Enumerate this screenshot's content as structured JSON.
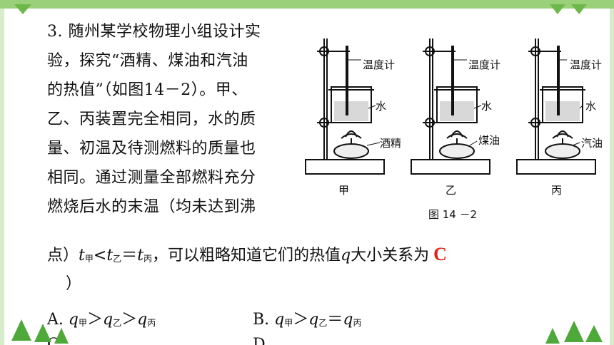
{
  "question": {
    "number": "3.",
    "para_lines": [
      "3. 随州某学校物理小组设计实",
      "验，探究“酒精、煤油和汽油",
      "的热值”（如图14－2）。甲、",
      "乙、丙装置完全相同，水的质",
      "量、初温及待测燃料的质量也",
      "相同。通过测量全部燃料充分",
      "燃烧后水的末温（均未达到沸"
    ],
    "line2_prefix": "点）",
    "line2_suffix": "，可以粗略知道它们的热值",
    "line2_tail": "大小关系为",
    "answer": "C",
    "close_paren": "）",
    "t_sym": "t",
    "q_sym": "q",
    "sub_jia": "甲",
    "sub_yi": "乙",
    "sub_bing": "丙",
    "lt": "<",
    "eq": "＝",
    "gt": "＞"
  },
  "options": {
    "A_label": "A.",
    "B_label": "B.",
    "C_label": "C.",
    "D_label": "D."
  },
  "figure": {
    "thermometer": "温度计",
    "water": "水",
    "fuel_1": "酒精",
    "fuel_2": "煤油",
    "fuel_3": "汽油",
    "label_1": "甲",
    "label_2": "乙",
    "label_3": "丙",
    "caption": "图 14 －2"
  },
  "colors": {
    "accent_green": "#9ad07a",
    "answer_red": "#e02010"
  }
}
